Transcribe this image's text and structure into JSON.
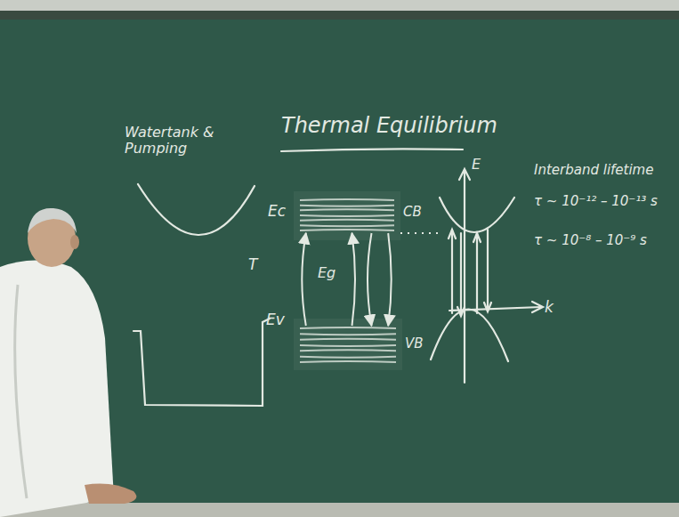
{
  "diagram": {
    "title": "Thermal Equilibrium",
    "nodes": [
      {
        "text": [
          "Ec",
          "CB"
        ]
      },
      {
        "text": [
          "Ev",
          "VB"
        ]
      }
    ],
    "edges": [
      {
        "from": 1,
        "to": 0,
        "arrow": "to"
      },
      {
        "from": 1,
        "to": 0,
        "arrow": "to"
      },
      {
        "from": 0,
        "to": 1,
        "arrow": "to"
      },
      {
        "from": 0,
        "to": 1,
        "arrow": "to"
      }
    ],
    "labels": [
      "Watertank & Pumping",
      "T",
      "Eg",
      "E",
      "k",
      "Interband lifetime",
      "τ ~ 10⁻¹² – 10⁻¹³ s",
      "τ ~ 10⁻⁸ – 10⁻⁹ s"
    ]
  }
}
